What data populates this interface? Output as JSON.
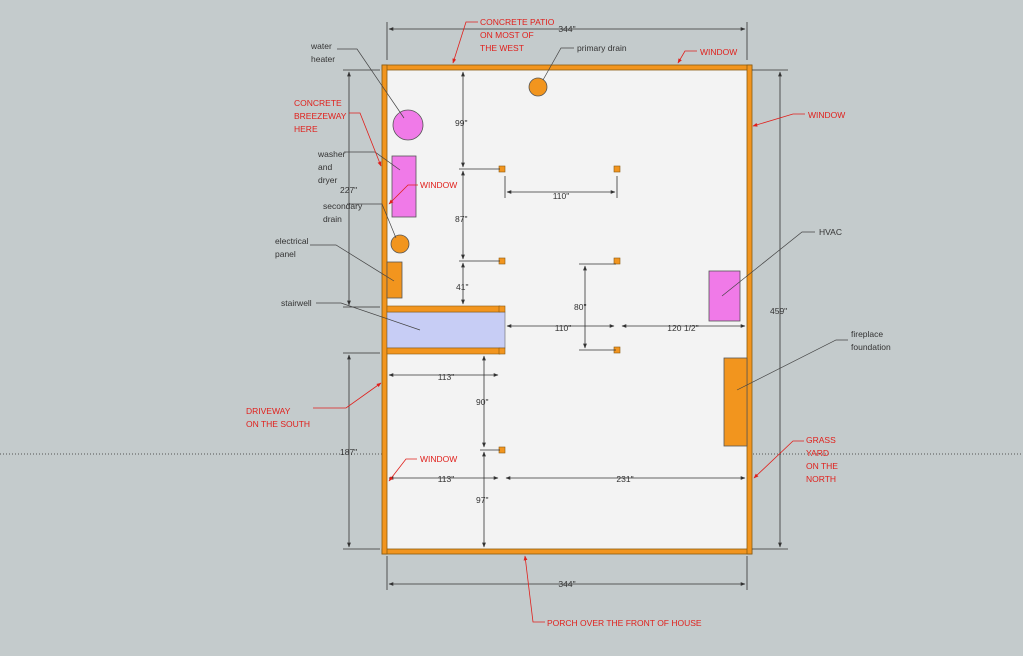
{
  "colors": {
    "background": "#c4cbcc",
    "floor": "#f3f3f3",
    "wall": "#f2951e",
    "appliance": "#f07ae8",
    "stairwell": "#c7cdf5",
    "annotation_red": "#e0201c",
    "leader_gray": "#444444"
  },
  "dimensions": {
    "top_width": "344\"",
    "bottom_width": "344\"",
    "right_height": "459\"",
    "left_upper": "227\"",
    "left_lower": "187\"",
    "upper_99": "99\"",
    "upper_87": "87\"",
    "upper_41": "41\"",
    "post_span_110_top": "110\"",
    "post_span_110_mid": "110\"",
    "post_span_80": "80\"",
    "hvac_span": "120 1/2\"",
    "stair_width": "113\"",
    "lower_90": "90\"",
    "lower_97": "97\"",
    "bottom_left_113": "113\"",
    "bottom_right_231": "231\""
  },
  "labels": {
    "water_heater": [
      "water",
      "heater"
    ],
    "washer_dryer": [
      "washer",
      "and",
      "dryer"
    ],
    "secondary_drain": [
      "secondary",
      "drain"
    ],
    "electrical_panel": [
      "electrical",
      "panel"
    ],
    "stairwell": "stairwell",
    "primary_drain": "primary drain",
    "hvac": "HVAC",
    "fireplace": [
      "fireplace",
      "foundation"
    ]
  },
  "annotations": {
    "concrete_patio": [
      "CONCRETE PATIO",
      "ON MOST OF",
      "THE WEST"
    ],
    "window_top": "WINDOW",
    "window_right": "WINDOW",
    "concrete_breezeway": [
      "CONCRETE",
      "BREEZEWAY",
      "HERE"
    ],
    "window_washer": "WINDOW",
    "driveway": [
      "DRIVEWAY",
      "ON THE SOUTH"
    ],
    "window_lower": "WINDOW",
    "grass_yard": [
      "GRASS",
      "YARD",
      "ON THE",
      "NORTH"
    ],
    "porch": "PORCH OVER THE FRONT OF HOUSE"
  }
}
